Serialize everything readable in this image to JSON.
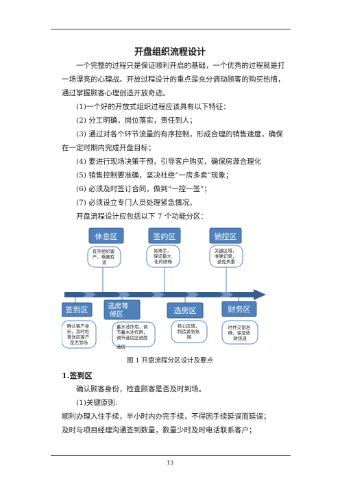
{
  "title": "开盘组织流程设计",
  "intro": "一个完整的过程只是保证顺利开启的基础，一个优秀的过程就是打一场漂亮的心理战。开放过程设计的重点是充分调动顾客的购买热情，通过掌握顾客心理创造开放奇迹。",
  "list": [
    "(1)一个好的开放式组织过程应该具有以下特征：",
    "(2) 分工明确，岗位落实，责任到人；",
    "(3) 通过对各个环节流量的有序控制，形成合理的销售速度，确保在一定时期内完成开盘目标；",
    "(4) 要进行现场决策干预，引导客户购买，确保房源合理化",
    "(5) 销售控制要准确，坚决杜绝“一房多卖”现象；",
    "(6) 必须及时签订合同，做到“一控一签”；",
    "(7) 必须设立专门人员处理紧急情况。"
  ],
  "areas_intro": "开盘流程设计应包括以下 7 个功能分区：",
  "diagram": {
    "top_areas": [
      {
        "label": "休息区",
        "desc_lines": [
          "有序组织客",
          "户，乘圈有",
          "道"
        ]
      },
      {
        "label": "签约区",
        "desc_lines": [
          "易离手，",
          "保证最大",
          "化的顺畅"
        ]
      },
      {
        "label": "销控区",
        "desc_lines": [
          "关键区域，",
          "准确记录，",
          "避免失重"
        ]
      }
    ],
    "bottom_areas": [
      {
        "label": "签到区",
        "desc_lines": [
          "确认客户身",
          "份，及时检",
          "查送房客户",
          "是否到场"
        ]
      },
      {
        "label_lines": [
          "选房等",
          "候区"
        ],
        "desc_lines": [
          "蓄水池作用，调",
          "节蓄水池作用，",
          "调节选房区进度",
          "选房"
        ]
      },
      {
        "label": "选房区",
        "desc_lines": [
          "核心区域，",
          "制造紧张氛",
          "围"
        ]
      },
      {
        "label": "财务区",
        "desc_lines": [
          "时件交割准",
          "确，保证收",
          "款快速"
        ]
      }
    ],
    "colors": {
      "box": "#4f81bd",
      "box_border": "#385d8a",
      "callout_border": "#4f81bd",
      "arrow": "#385d8a"
    }
  },
  "caption": "图 1 开盘流程分区设计及要点",
  "section_heading": "1.签到区",
  "section_paragraphs": [
    "确认顾客身份，检查顾客是否及时到场。",
    "(1)关键原则.",
    "顺利办理入住手续，半小时内办完手续，不得因手续延误而延误；",
    "及时与项目经理沟通签到数量，数量少时及时电话联系客户；"
  ],
  "page_number": "13"
}
